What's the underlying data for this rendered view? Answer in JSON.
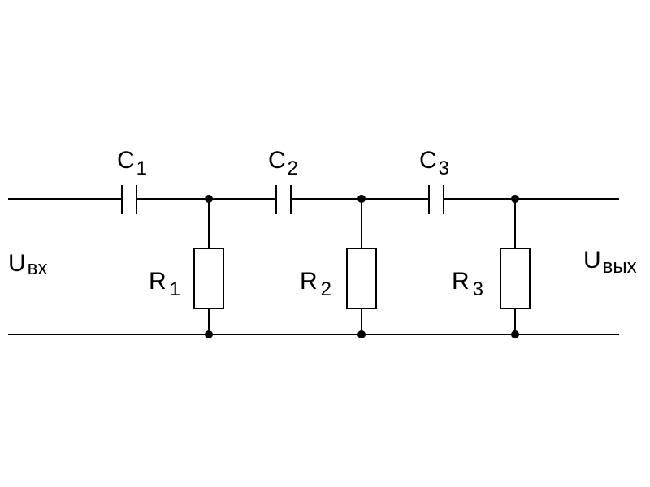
{
  "colors": {
    "line": "#000000",
    "background": "#ffffff"
  },
  "input": {
    "symbol": "U",
    "subscript": "вх"
  },
  "output": {
    "symbol": "U",
    "subscript": "вых"
  },
  "capacitors": [
    {
      "symbol": "C",
      "subscript": "1"
    },
    {
      "symbol": "C",
      "subscript": "2"
    },
    {
      "symbol": "C",
      "subscript": "3"
    }
  ],
  "resistors": [
    {
      "symbol": "R",
      "subscript": "1"
    },
    {
      "symbol": "R",
      "subscript": "2"
    },
    {
      "symbol": "R",
      "subscript": "3"
    }
  ]
}
